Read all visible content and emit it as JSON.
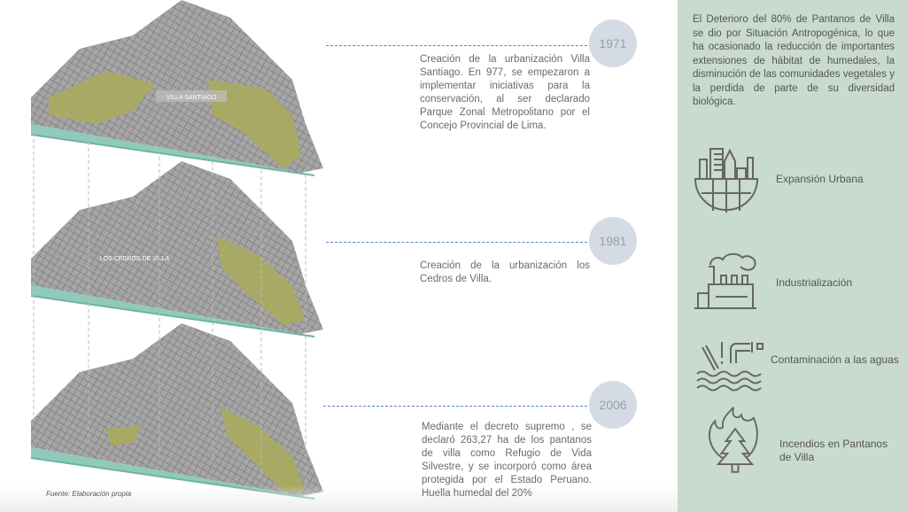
{
  "maps": {
    "labels": [
      "VILLA SANTIAGO",
      "LOS CEDROS DE VILLA"
    ],
    "source": "Fuente: Elaboración propia",
    "colors": {
      "wetland": "#a9ab5e",
      "urban": "#9d9d9d",
      "coast": "#8fcabb"
    }
  },
  "timeline": [
    {
      "year": "1971",
      "text": "Creación de la urbanización Villa Santiago. En 977, se empezaron a implementar iniciativas  para la conservación, al ser declarado Parque Zonal Metropolitano por el Concejo Provincial de Lima."
    },
    {
      "year": "1981",
      "text": "Creación de la urbanización los Cedros de Villa."
    },
    {
      "year": "2006",
      "text": "Mediante el decreto supremo , se declaró 263,27 ha de los pantanos de villa como Refugio de Vida Silvestre, y se incorporó como área protegida por el Estado Peruano. Huella humedal del 20%"
    }
  ],
  "panel": {
    "intro": "El Deterioro del 80% de Pantanos de Villa se dio por Situación Antropogénica, lo que ha ocasionado la reducción de importantes extensiones  de hábitat de humedales, la disminución de las comunidades vegetales y la perdida de parte de su diversidad biológica.",
    "causes": [
      {
        "icon": "city-globe-icon",
        "label": "Expansión Urbana"
      },
      {
        "icon": "factory-icon",
        "label": "Industrialización"
      },
      {
        "icon": "water-pollution-icon",
        "label": "Contaminación a las aguas"
      },
      {
        "icon": "forest-fire-icon",
        "label": "Incendios en Pantanos de Villa"
      }
    ]
  }
}
